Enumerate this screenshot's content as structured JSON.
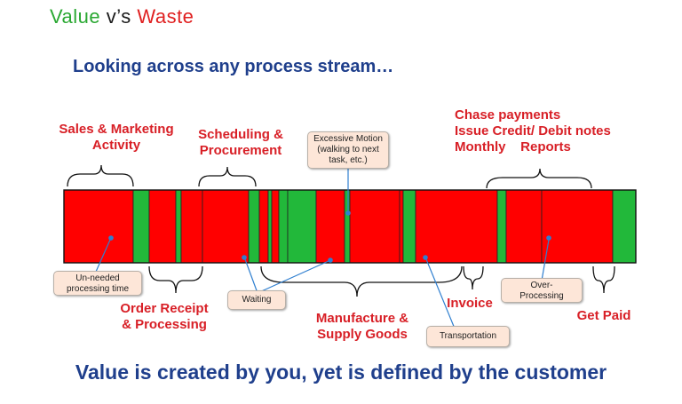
{
  "title": {
    "value": "Value",
    "vs": "v’s",
    "waste": "Waste"
  },
  "subtitle": "Looking across any process stream…",
  "footer": "Value is created by you, yet is defined by the customer",
  "labels": {
    "sales": [
      "Sales & Marketing",
      "Activity"
    ],
    "scheduling": [
      "Scheduling &",
      "Procurement"
    ],
    "chase": [
      "Chase payments",
      "Issue Credit/ Debit notes",
      "Monthly    Reports"
    ],
    "order": [
      "Order Receipt",
      "& Processing"
    ],
    "manufacture": [
      "Manufacture &",
      "Supply Goods"
    ],
    "invoice": "Invoice",
    "getpaid": "Get Paid"
  },
  "callouts": {
    "excessive": [
      "Excessive Motion",
      "(walking to next",
      "task, etc.)"
    ],
    "unneeded": [
      "Un-needed",
      "processing time"
    ],
    "waiting": "Waiting",
    "over": [
      "Over-",
      "Processing"
    ],
    "transportation": "Transportation"
  },
  "colors": {
    "waste": "#ff0000",
    "value": "#22b83a",
    "heading": "#1f3f8c",
    "label": "#d81f26"
  },
  "stream": [
    "waste",
    "value",
    "waste",
    "value",
    "waste",
    "waste",
    "value",
    "waste",
    "value",
    "waste",
    "value",
    "value",
    "waste",
    "value",
    "waste",
    "waste",
    "value",
    "waste",
    "value",
    "waste",
    "waste",
    "value"
  ]
}
